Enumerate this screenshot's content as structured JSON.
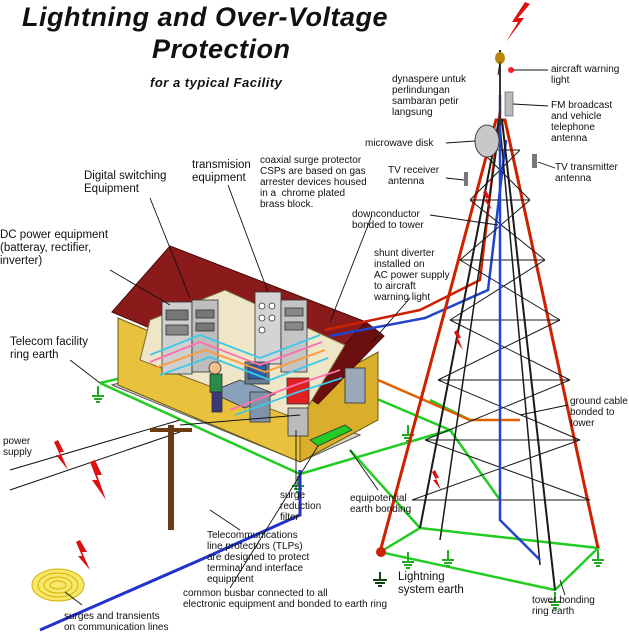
{
  "title": {
    "line1": "Lightning and Over-Voltage",
    "line2": "Protection",
    "line3": "for a typical Facility"
  },
  "labels": {
    "dynasphere": "dynaspere untuk\nperlindungan\nsambaran petir\nlangsung",
    "aircraft_light": "aircraft warning\nlight",
    "fm_antenna": "FM broadcast\nand vehicle\ntelephone\nantenna",
    "microwave_disk": "microwave disk",
    "tv_receiver": "TV receiver\nantenna",
    "tv_transmitter": "TV transmitter\nantenna",
    "downconductor": "downconductor\nbonded to tower",
    "coaxial_csp": "coaxial surge protector\nCSPs are based on gas\narrester devices housed\nin a  chrome plated\nbrass block.",
    "transmission_equipment": "transmision\nequipment",
    "digital_switching": "Digital switching\nEquipment",
    "dc_power": "DC power equipment\n(batteray, rectifier,\ninverter)",
    "shunt_diverter": "shunt diverter\ninstalled on\nAC power supply\nto aircraft\nwarning light",
    "telecom_ring_earth": "Telecom facility\nring earth",
    "power_supply": "power\nsupply",
    "ground_cable": "ground cable\nbonded to\ntower",
    "surge_filter": "surge\nreduction\nfilter",
    "equipotential": "equipotential\nearth bonding",
    "tlp": "Telecommunications\nline protectors (TLPs)\nare designed to protect\nterminal and interface\nequipment",
    "common_busbar": "common busbar connected to all\nelectronic equipment and bonded to earth ring",
    "lightning_earth": "Lightning\nsystem earth",
    "tower_ring": "tower bonding\nring earth",
    "surges_transients": "surges and transients\non communication lines"
  },
  "colors": {
    "ground": "#22cc22",
    "tower_red": "#cc2200",
    "tower_blue": "#2244cc",
    "roof": "#8b1a1a",
    "wall": "#f3d24a",
    "lightning": "#dd1111"
  }
}
